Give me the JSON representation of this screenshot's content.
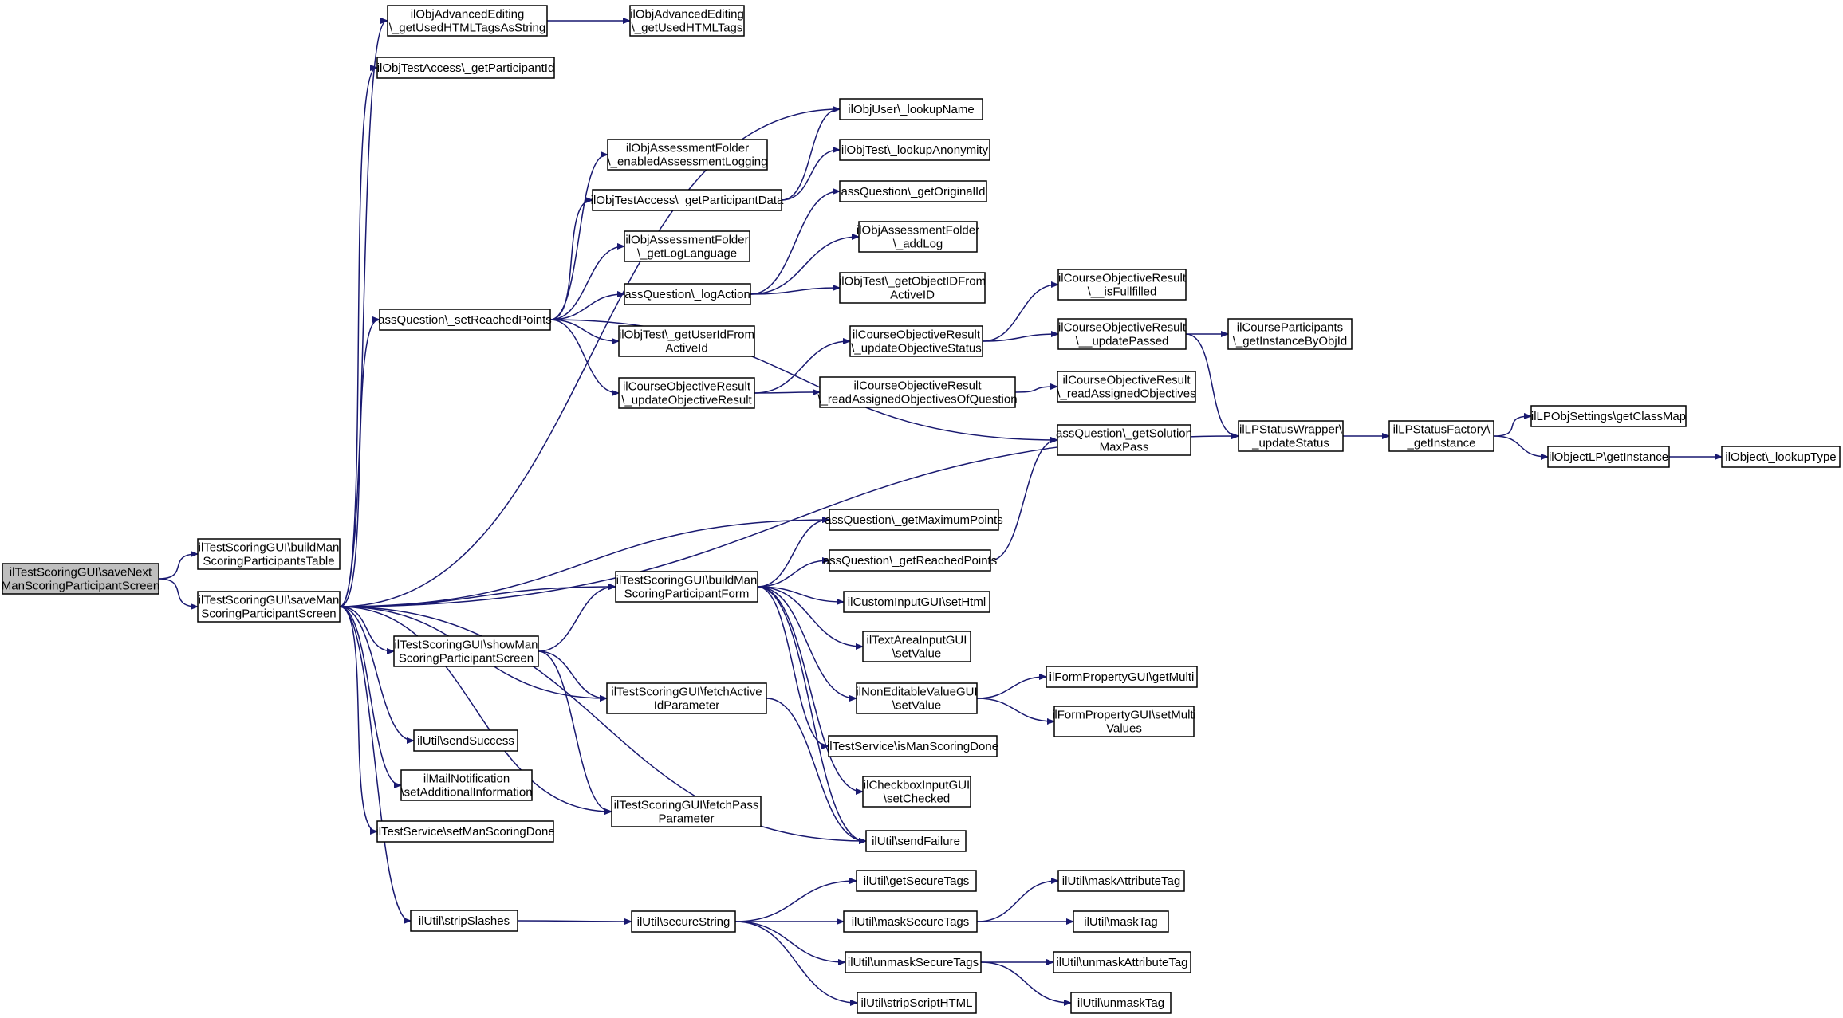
{
  "diagram": {
    "type": "call-graph",
    "colors": {
      "edge": "#191970",
      "node_border": "#000000",
      "root_fill": "#bfbfbf",
      "node_fill": "#ffffff"
    },
    "nodes": [
      {
        "id": "root",
        "lines": [
          "ilTestScoringGUI\\saveNext",
          "ManScoringParticipantScreen"
        ]
      },
      {
        "id": "buildManTable",
        "lines": [
          "ilTestScoringGUI\\buildMan",
          "ScoringParticipantsTable"
        ]
      },
      {
        "id": "saveMan",
        "lines": [
          "ilTestScoringGUI\\saveMan",
          "ScoringParticipantScreen"
        ]
      },
      {
        "id": "getUsedHTMLTagsAsString",
        "lines": [
          "ilObjAdvancedEditing",
          "\\_getUsedHTMLTagsAsString"
        ]
      },
      {
        "id": "getUsedHTMLTags",
        "lines": [
          "ilObjAdvancedEditing",
          "\\_getUsedHTMLTags"
        ]
      },
      {
        "id": "getParticipantId",
        "lines": [
          "ilObjTestAccess\\_getParticipantId"
        ]
      },
      {
        "id": "lookupName",
        "lines": [
          "ilObjUser\\_lookupName"
        ]
      },
      {
        "id": "enabledAssessmentLogging",
        "lines": [
          "ilObjAssessmentFolder",
          "\\_enabledAssessmentLogging"
        ]
      },
      {
        "id": "lookupAnonymity",
        "lines": [
          "ilObjTest\\_lookupAnonymity"
        ]
      },
      {
        "id": "getParticipantData",
        "lines": [
          "ilObjTestAccess\\_getParticipantData"
        ]
      },
      {
        "id": "getOriginalId",
        "lines": [
          "assQuestion\\_getOriginalId"
        ]
      },
      {
        "id": "getLogLanguage",
        "lines": [
          "ilObjAssessmentFolder",
          "\\_getLogLanguage"
        ]
      },
      {
        "id": "addLog",
        "lines": [
          "ilObjAssessmentFolder",
          "\\_addLog"
        ]
      },
      {
        "id": "setReachedPoints",
        "lines": [
          "assQuestion\\_setReachedPoints"
        ]
      },
      {
        "id": "logAction",
        "lines": [
          "assQuestion\\_logAction"
        ]
      },
      {
        "id": "getObjectIDFromActiveID",
        "lines": [
          "ilObjTest\\_getObjectIDFrom",
          "ActiveID"
        ]
      },
      {
        "id": "isFullfilled",
        "lines": [
          "ilCourseObjectiveResult",
          "\\__isFullfilled"
        ]
      },
      {
        "id": "getUserIdFromActiveId",
        "lines": [
          "ilObjTest\\_getUserIdFrom",
          "ActiveId"
        ]
      },
      {
        "id": "updateObjectiveStatus",
        "lines": [
          "ilCourseObjectiveResult",
          "\\_updateObjectiveStatus"
        ]
      },
      {
        "id": "updatePassed",
        "lines": [
          "ilCourseObjectiveResult",
          "\\__updatePassed"
        ]
      },
      {
        "id": "getInstanceByObjId",
        "lines": [
          "ilCourseParticipants",
          "\\_getInstanceByObjId"
        ]
      },
      {
        "id": "updateObjectiveResult",
        "lines": [
          "ilCourseObjectiveResult",
          "\\_updateObjectiveResult"
        ]
      },
      {
        "id": "readAssignedObjectivesOfQuestion",
        "lines": [
          "ilCourseObjectiveResult",
          "\\_readAssignedObjectivesOfQuestion"
        ]
      },
      {
        "id": "readAssignedObjectives",
        "lines": [
          "ilCourseObjectiveResult",
          "\\_readAssignedObjectives"
        ]
      },
      {
        "id": "getSolutionMaxPass",
        "lines": [
          "assQuestion\\_getSolution",
          "MaxPass"
        ]
      },
      {
        "id": "updateStatus",
        "lines": [
          "ilLPStatusWrapper\\",
          "_updateStatus"
        ]
      },
      {
        "id": "lpGetInstance",
        "lines": [
          "ilLPStatusFactory\\",
          "_getInstance"
        ]
      },
      {
        "id": "getClassMap",
        "lines": [
          "ilLPObjSettings\\getClassMap"
        ]
      },
      {
        "id": "objectLPGetInstance",
        "lines": [
          "ilObjectLP\\getInstance"
        ]
      },
      {
        "id": "lookupType",
        "lines": [
          "ilObject\\_lookupType"
        ]
      },
      {
        "id": "getMaximumPoints",
        "lines": [
          "assQuestion\\_getMaximumPoints"
        ]
      },
      {
        "id": "buildManForm",
        "lines": [
          "ilTestScoringGUI\\buildMan",
          "ScoringParticipantForm"
        ]
      },
      {
        "id": "getReachedPoints",
        "lines": [
          "assQuestion\\_getReachedPoints"
        ]
      },
      {
        "id": "setHtml",
        "lines": [
          "ilCustomInputGUI\\setHtml"
        ]
      },
      {
        "id": "textAreaSetValue",
        "lines": [
          "ilTextAreaInputGUI",
          "\\setValue"
        ]
      },
      {
        "id": "showMan",
        "lines": [
          "ilTestScoringGUI\\showMan",
          "ScoringParticipantScreen"
        ]
      },
      {
        "id": "fetchActiveIdParameter",
        "lines": [
          "ilTestScoringGUI\\fetchActive",
          "IdParameter"
        ]
      },
      {
        "id": "nonEditableSetValue",
        "lines": [
          "ilNonEditableValueGUI",
          "\\setValue"
        ]
      },
      {
        "id": "getMulti",
        "lines": [
          "ilFormPropertyGUI\\getMulti"
        ]
      },
      {
        "id": "setMultiValues",
        "lines": [
          "ilFormPropertyGUI\\setMulti",
          "Values"
        ]
      },
      {
        "id": "isManScoringDone",
        "lines": [
          "ilTestService\\isManScoringDone"
        ]
      },
      {
        "id": "sendSuccess",
        "lines": [
          "ilUtil\\sendSuccess"
        ]
      },
      {
        "id": "setAdditionalInformation",
        "lines": [
          "ilMailNotification",
          "\\setAdditionalInformation"
        ]
      },
      {
        "id": "checkboxSetChecked",
        "lines": [
          "ilCheckboxInputGUI",
          "\\setChecked"
        ]
      },
      {
        "id": "fetchPassParameter",
        "lines": [
          "ilTestScoringGUI\\fetchPass",
          "Parameter"
        ]
      },
      {
        "id": "setManScoringDone",
        "lines": [
          "ilTestService\\setManScoringDone"
        ]
      },
      {
        "id": "sendFailure",
        "lines": [
          "ilUtil\\sendFailure"
        ]
      },
      {
        "id": "getSecureTags",
        "lines": [
          "ilUtil\\getSecureTags"
        ]
      },
      {
        "id": "maskAttributeTag",
        "lines": [
          "ilUtil\\maskAttributeTag"
        ]
      },
      {
        "id": "stripSlashes",
        "lines": [
          "ilUtil\\stripSlashes"
        ]
      },
      {
        "id": "secureString",
        "lines": [
          "ilUtil\\secureString"
        ]
      },
      {
        "id": "maskSecureTags",
        "lines": [
          "ilUtil\\maskSecureTags"
        ]
      },
      {
        "id": "maskTag",
        "lines": [
          "ilUtil\\maskTag"
        ]
      },
      {
        "id": "unmaskSecureTags",
        "lines": [
          "ilUtil\\unmaskSecureTags"
        ]
      },
      {
        "id": "unmaskAttributeTag",
        "lines": [
          "ilUtil\\unmaskAttributeTag"
        ]
      },
      {
        "id": "unmaskTag",
        "lines": [
          "ilUtil\\unmaskTag"
        ]
      },
      {
        "id": "stripScriptHTML",
        "lines": [
          "ilUtil\\stripScriptHTML"
        ]
      }
    ],
    "edges": [
      [
        "root",
        "buildManTable"
      ],
      [
        "root",
        "saveMan"
      ],
      [
        "getUsedHTMLTagsAsString",
        "getUsedHTMLTags"
      ],
      [
        "saveMan",
        "getUsedHTMLTagsAsString"
      ],
      [
        "saveMan",
        "getParticipantId"
      ],
      [
        "saveMan",
        "lookupName"
      ],
      [
        "saveMan",
        "setReachedPoints"
      ],
      [
        "saveMan",
        "updateStatus"
      ],
      [
        "saveMan",
        "getMaximumPoints"
      ],
      [
        "saveMan",
        "buildManForm"
      ],
      [
        "saveMan",
        "showMan"
      ],
      [
        "saveMan",
        "fetchActiveIdParameter"
      ],
      [
        "saveMan",
        "sendSuccess"
      ],
      [
        "saveMan",
        "setAdditionalInformation"
      ],
      [
        "saveMan",
        "setManScoringDone"
      ],
      [
        "saveMan",
        "fetchPassParameter"
      ],
      [
        "saveMan",
        "stripSlashes"
      ],
      [
        "saveMan",
        "sendFailure"
      ],
      [
        "getParticipantData",
        "lookupName"
      ],
      [
        "getParticipantData",
        "lookupAnonymity"
      ],
      [
        "setReachedPoints",
        "enabledAssessmentLogging"
      ],
      [
        "setReachedPoints",
        "getParticipantData"
      ],
      [
        "setReachedPoints",
        "getLogLanguage"
      ],
      [
        "setReachedPoints",
        "logAction"
      ],
      [
        "setReachedPoints",
        "getUserIdFromActiveId"
      ],
      [
        "setReachedPoints",
        "updateObjectiveResult"
      ],
      [
        "setReachedPoints",
        "getSolutionMaxPass"
      ],
      [
        "logAction",
        "getOriginalId"
      ],
      [
        "logAction",
        "addLog"
      ],
      [
        "logAction",
        "getObjectIDFromActiveID"
      ],
      [
        "updateObjectiveResult",
        "updateObjectiveStatus"
      ],
      [
        "updateObjectiveResult",
        "readAssignedObjectivesOfQuestion"
      ],
      [
        "updateObjectiveStatus",
        "isFullfilled"
      ],
      [
        "updateObjectiveStatus",
        "updatePassed"
      ],
      [
        "updatePassed",
        "getInstanceByObjId"
      ],
      [
        "updatePassed",
        "updateStatus"
      ],
      [
        "readAssignedObjectivesOfQuestion",
        "readAssignedObjectives"
      ],
      [
        "updateStatus",
        "lpGetInstance"
      ],
      [
        "lpGetInstance",
        "getClassMap"
      ],
      [
        "lpGetInstance",
        "objectLPGetInstance"
      ],
      [
        "objectLPGetInstance",
        "lookupType"
      ],
      [
        "getReachedPoints",
        "getSolutionMaxPass"
      ],
      [
        "buildManForm",
        "getMaximumPoints"
      ],
      [
        "buildManForm",
        "getReachedPoints"
      ],
      [
        "buildManForm",
        "setHtml"
      ],
      [
        "buildManForm",
        "textAreaSetValue"
      ],
      [
        "buildManForm",
        "nonEditableSetValue"
      ],
      [
        "buildManForm",
        "isManScoringDone"
      ],
      [
        "buildManForm",
        "checkboxSetChecked"
      ],
      [
        "buildManForm",
        "sendFailure"
      ],
      [
        "showMan",
        "buildManForm"
      ],
      [
        "showMan",
        "fetchActiveIdParameter"
      ],
      [
        "showMan",
        "fetchPassParameter"
      ],
      [
        "fetchActiveIdParameter",
        "sendFailure"
      ],
      [
        "nonEditableSetValue",
        "getMulti"
      ],
      [
        "nonEditableSetValue",
        "setMultiValues"
      ],
      [
        "stripSlashes",
        "secureString"
      ],
      [
        "secureString",
        "getSecureTags"
      ],
      [
        "secureString",
        "maskSecureTags"
      ],
      [
        "secureString",
        "unmaskSecureTags"
      ],
      [
        "secureString",
        "stripScriptHTML"
      ],
      [
        "maskSecureTags",
        "maskAttributeTag"
      ],
      [
        "maskSecureTags",
        "maskTag"
      ],
      [
        "unmaskSecureTags",
        "unmaskAttributeTag"
      ],
      [
        "unmaskSecureTags",
        "unmaskTag"
      ]
    ]
  }
}
